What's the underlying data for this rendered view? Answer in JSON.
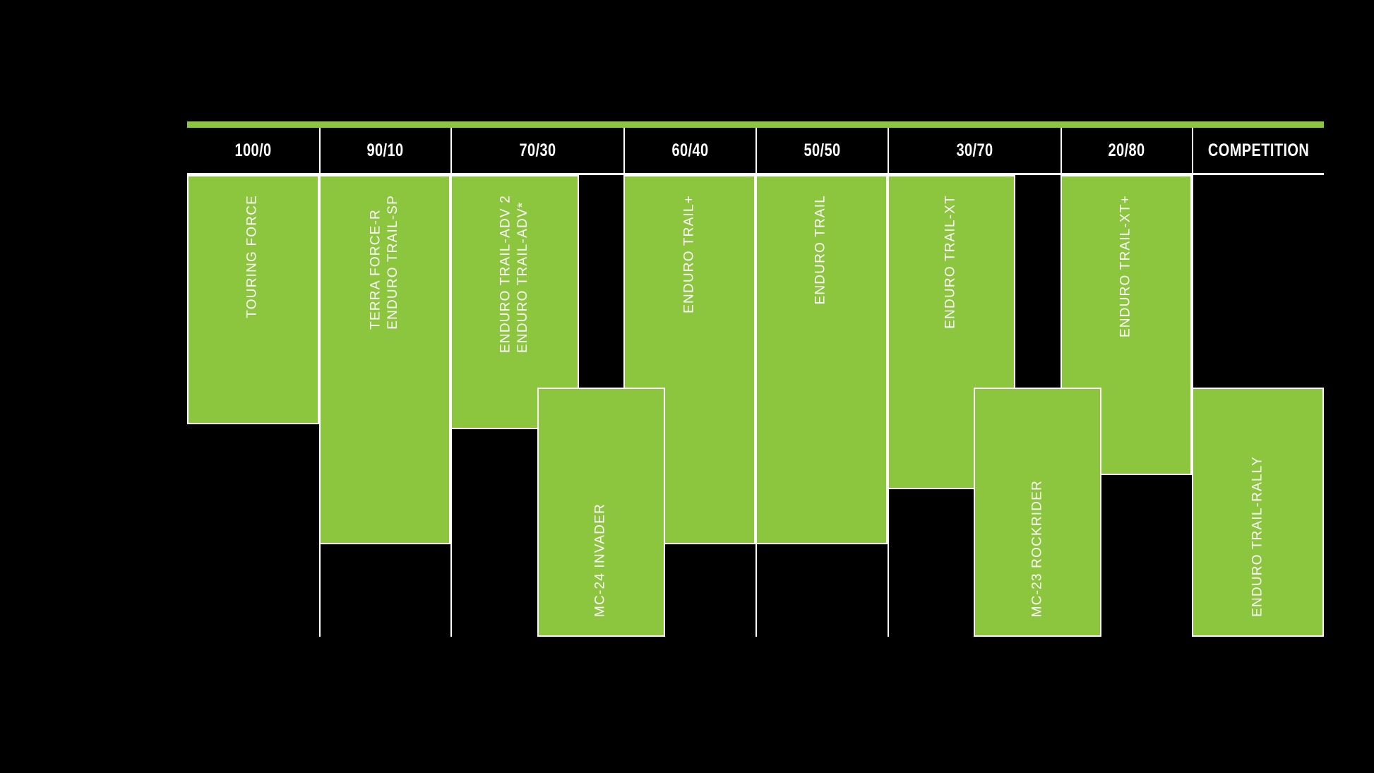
{
  "chart_data": {
    "type": "bar",
    "title": "",
    "xlabel": "",
    "ylabel": "",
    "categories": [
      "100/0",
      "90/10",
      "70/30",
      "60/40",
      "50/50",
      "30/70",
      "20/80",
      "COMPETITION"
    ],
    "accent_color": "#8CC63F",
    "background_color": "#000000",
    "border_color": "#FFFFFF",
    "legend": "",
    "grid": false,
    "columns": [
      {
        "header": "100/0",
        "bars": [
          {
            "label": "TOURING FORCE",
            "label_position": "top",
            "top_pct": 0,
            "height_pct": 54,
            "left_pct": 0,
            "width_pct": 100
          }
        ]
      },
      {
        "header": "90/10",
        "bars": [
          {
            "label": "TERRA FORCE-R\nENDURO TRAIL-SP",
            "label_position": "top",
            "top_pct": 0,
            "height_pct": 80,
            "left_pct": 0,
            "width_pct": 100
          }
        ]
      },
      {
        "header": "70/30",
        "bars": [
          {
            "label": "ENDURO TRAIL-ADV 2\nENDURO TRAIL-ADV*",
            "label_position": "top",
            "top_pct": 0,
            "height_pct": 55,
            "left_pct": 0,
            "width_pct": 74
          },
          {
            "label": "MC-24 INVADER",
            "label_position": "bottom",
            "top_pct": 46,
            "height_pct": 54,
            "left_pct": 50,
            "width_pct": 74
          }
        ]
      },
      {
        "header": "60/40",
        "bars": [
          {
            "label": "ENDURO TRAIL+",
            "label_position": "top",
            "top_pct": 0,
            "height_pct": 80,
            "left_pct": 0,
            "width_pct": 100
          }
        ]
      },
      {
        "header": "50/50",
        "bars": [
          {
            "label": "ENDURO TRAIL",
            "label_position": "top",
            "top_pct": 0,
            "height_pct": 80,
            "left_pct": 0,
            "width_pct": 100
          }
        ]
      },
      {
        "header": "30/70",
        "bars": [
          {
            "label": "ENDURO TRAIL-XT",
            "label_position": "top",
            "top_pct": 0,
            "height_pct": 68,
            "left_pct": 0,
            "width_pct": 74
          },
          {
            "label": "MC-23 ROCKRIDER",
            "label_position": "bottom",
            "top_pct": 46,
            "height_pct": 54,
            "left_pct": 50,
            "width_pct": 74
          }
        ]
      },
      {
        "header": "20/80",
        "bars": [
          {
            "label": "ENDURO TRAIL-XT+",
            "label_position": "top",
            "top_pct": 0,
            "height_pct": 65,
            "left_pct": 0,
            "width_pct": 100
          }
        ]
      },
      {
        "header": "COMPETITION",
        "bars": [
          {
            "label": "ENDURO TRAIL-RALLY",
            "label_position": "bottom",
            "top_pct": 46,
            "height_pct": 54,
            "left_pct": 0,
            "width_pct": 100
          }
        ]
      }
    ]
  }
}
